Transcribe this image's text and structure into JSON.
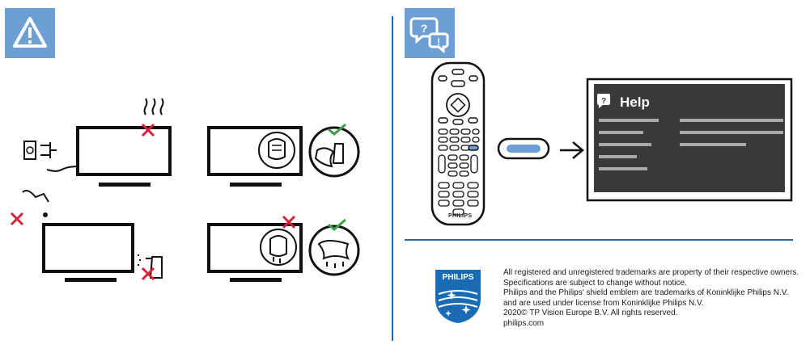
{
  "help_screen": {
    "title": "Help"
  },
  "remote": {
    "brand": "PHILIPS"
  },
  "logo": {
    "brand": "PHILIPS"
  },
  "legal": {
    "lines": [
      "All registered and unregistered trademarks are property of their respective owners.",
      "Specifications are subject to change without notice.",
      "Philips and the Philips' shield emblem are trademarks of Koninklijke Philips N.V.",
      "and are used under license from Koninklijke Philips N.V.",
      "2020© TP Vision Europe B.V. All rights reserved.",
      "philips.com"
    ]
  },
  "colors": {
    "accent": "#1a6bb3",
    "badge": "#6d9fd4",
    "check": "#3aa14a",
    "cross": "#d6203a",
    "screen": "#3a3a3a"
  },
  "icons": [
    "warning-icon",
    "help-icon",
    "plug-icon",
    "heat-icon",
    "check-icon",
    "cross-icon",
    "spray-icon",
    "cloth-icon",
    "arrow-right-icon"
  ]
}
